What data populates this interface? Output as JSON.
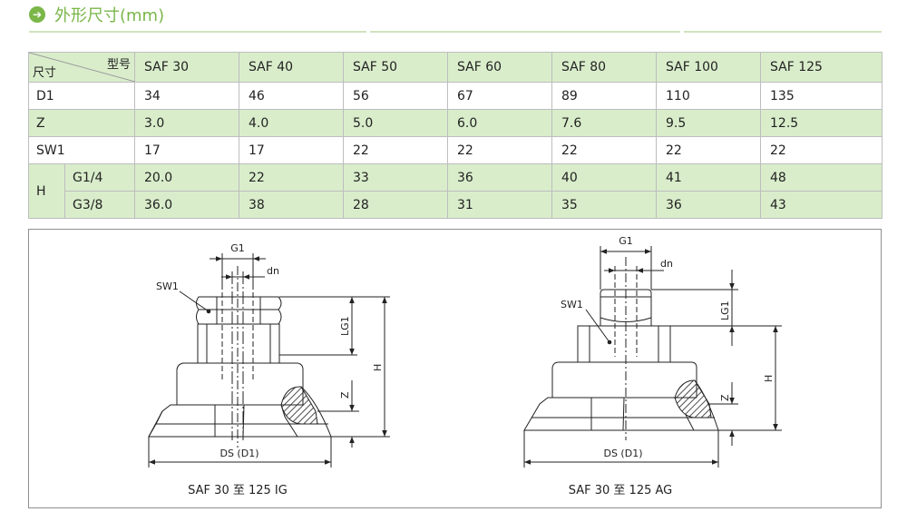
{
  "header": {
    "icon": "arrow-circle-right-icon",
    "title": "外形尺寸(mm)",
    "accent": "#7ab648"
  },
  "table": {
    "corner_model": "型号",
    "corner_size": "尺寸",
    "models": [
      "SAF 30",
      "SAF 40",
      "SAF 50",
      "SAF 60",
      "SAF 80",
      "SAF 100",
      "SAF 125"
    ],
    "rows": [
      {
        "label": "D1",
        "values": [
          "34",
          "46",
          "56",
          "67",
          "89",
          "110",
          "135"
        ]
      },
      {
        "label": "Z",
        "values": [
          "3.0",
          "4.0",
          "5.0",
          "6.0",
          "7.6",
          "9.5",
          "12.5"
        ]
      },
      {
        "label": "SW1",
        "values": [
          "17",
          "17",
          "22",
          "22",
          "22",
          "22",
          "22"
        ]
      }
    ],
    "h_group": {
      "label": "H",
      "sub": [
        {
          "label": "G1/4",
          "values": [
            "20.0",
            "22",
            "33",
            "36",
            "40",
            "41",
            "48"
          ]
        },
        {
          "label": "G3/8",
          "values": [
            "36.0",
            "38",
            "28",
            "31",
            "35",
            "36",
            "43"
          ]
        }
      ]
    },
    "row_highlight": "#d9edcb"
  },
  "drawings": [
    {
      "caption": "SAF 30 至 125 IG",
      "labels": {
        "g1": "G1",
        "dn": "dn",
        "sw1": "SW1",
        "lg1": "LG1",
        "h": "H",
        "z": "Z",
        "ds": "DS (D1)"
      }
    },
    {
      "caption": "SAF 30 至 125 AG",
      "labels": {
        "g1": "G1",
        "dn": "dn",
        "sw1": "SW1",
        "lg1": "LG1",
        "h": "H",
        "z": "Z",
        "ds": "DS (D1)"
      }
    }
  ]
}
